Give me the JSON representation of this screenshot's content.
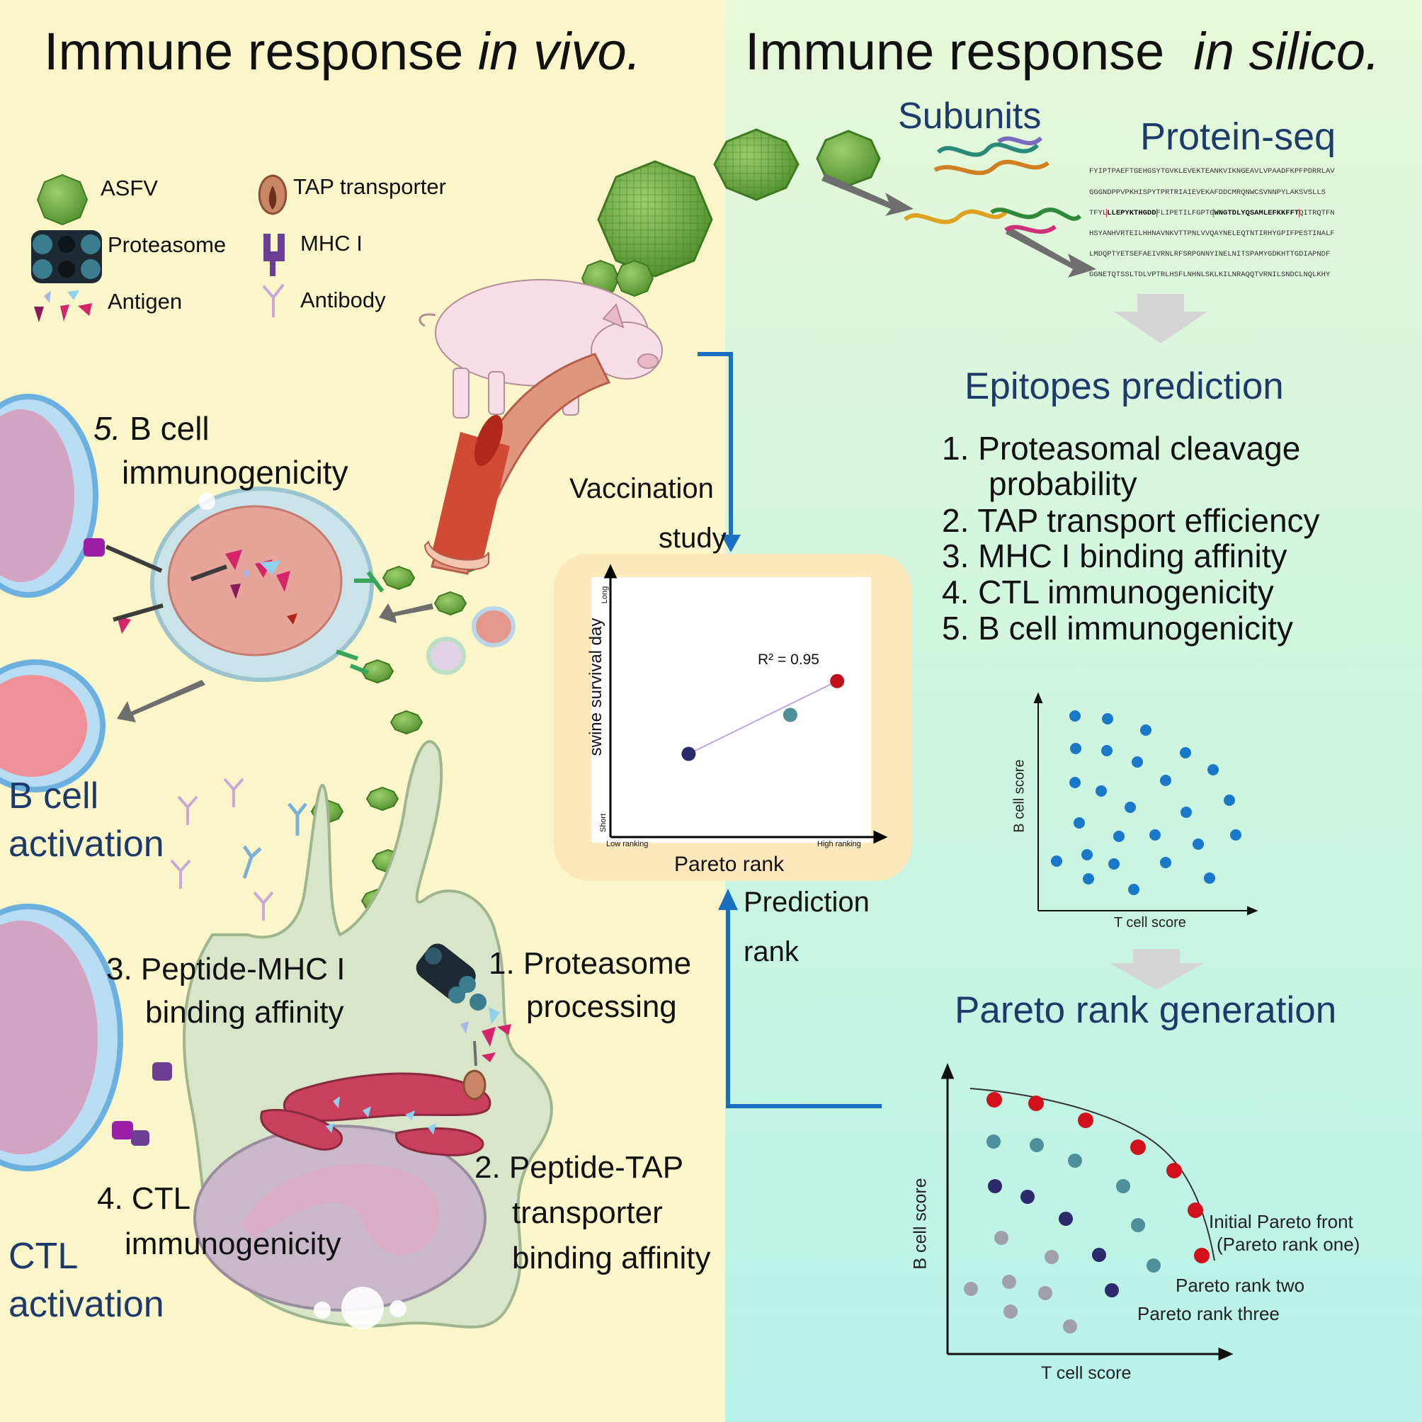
{
  "titles": {
    "left_prefix": "Immune response ",
    "left_italic": "in vivo.",
    "right_prefix": "Immune response  ",
    "right_italic": "in  silico."
  },
  "legend": {
    "asfv": "ASFV",
    "proteasome": "Proteasome",
    "antigen": "Antigen",
    "tap": "TAP transporter",
    "mhc": "MHC I",
    "antibody": "Antibody"
  },
  "in_vivo": {
    "b_cell_step_num": "5.",
    "b_cell_step_line1": "B cell",
    "b_cell_step_line2": "immunogenicity",
    "b_activation_line1": "B cell",
    "b_activation_line2": "activation",
    "ctl_activation_line1": "CTL",
    "ctl_activation_line2": "activation",
    "step3_line1": "3. Peptide-MHC I",
    "step3_line2": "binding affinity",
    "step4_line1": "4. CTL",
    "step4_line2": "immunogenicity",
    "step1_line1": "1. Proteasome",
    "step1_line2": "processing",
    "step2_line1": "2. Peptide-TAP",
    "step2_line2": "transporter",
    "step2_line3": "binding affinity"
  },
  "flow": {
    "vaccination_line1": "Vaccination",
    "vaccination_line2": "study",
    "prediction_line1": "Prediction",
    "prediction_line2": "rank"
  },
  "in_silico": {
    "subunits": "Subunits",
    "protein_seq": "Protein-seq",
    "sequence_lines": [
      "FYIPTPAEFTGEHGSYTGVKLEVEKTEANKVIKNGEAVLVPAADFKPFPDRRLAV",
      "GGGNDPPVPKHISPYTPRTRIAIEVEKAFDDCMRQNWCSVNNPYLAKSVSLLS",
      "TFYLLEPYKTHGDDFLIPETILFGPTGWNGTDLYQSAMLEFKKFFTQITRQTFN",
      "HSYANHVRTEILHHNAVNKVTTPNLVVQAYNELEQTNTIRHYGPIFPESTINALF",
      "LMDQPTYETSEFAEIVRNLRFSRPGNNYINELNITSPAMYGDKHTTGDIAPNDF",
      "GGNETQTSSLTDLVPTRLHSFLNHNLSKLKILNRAQQTVRNILSNDCLNQLKHY"
    ],
    "seq_highlight_1": "LLEPYKTHGDD",
    "seq_highlight_2": "WNGTDLYQSAMLEFKKFFT",
    "epitopes_title": "Epitopes prediction",
    "epitope_steps": [
      "1. Proteasomal cleavage",
      "probability",
      "2. TAP transport efficiency",
      "3. MHC I binding affinity",
      "4. CTL immunogenicity",
      "5. B cell immunogenicity"
    ],
    "pareto_title": "Pareto rank generation",
    "initial_front_line1": "Initial Pareto front",
    "initial_front_line2": "(Pareto rank one)",
    "rank_two": "Pareto rank two",
    "rank_three": "Pareto rank three"
  },
  "scatter_plot": {
    "xlabel": "T cell score",
    "ylabel": "B cell score"
  },
  "pareto_plot": {
    "xlabel": "T cell score",
    "ylabel": "B cell score"
  },
  "chart_data": {
    "type": "scatter",
    "title": "",
    "xlabel": "Pareto rank",
    "ylabel": "swine survival day",
    "x_tick_labels": [
      "Low ranking",
      "High ranking"
    ],
    "y_tick_labels": [
      "Short",
      "Long"
    ],
    "annotation": "R² = 0.95",
    "points": [
      {
        "x": 0.3,
        "y": 0.32,
        "color": "#2d2a6b"
      },
      {
        "x": 0.69,
        "y": 0.47,
        "color": "#4d8f9b"
      },
      {
        "x": 0.87,
        "y": 0.6,
        "color": "#c0101a"
      }
    ],
    "fit_line": {
      "x": [
        0.3,
        0.87
      ],
      "y": [
        0.32,
        0.6
      ],
      "color": "#c9a3d9"
    },
    "xlim": [
      0,
      1
    ],
    "ylim": [
      0,
      1
    ],
    "grid": false
  },
  "colors": {
    "left_bg": "#fbf6c9",
    "right_bg_top": "#e6f8d8",
    "right_bg_bottom": "#b8f2e8",
    "virus": "#6aaa3a",
    "arrow_blue": "#1a6fc0",
    "title_navy": "#1e3a6b",
    "dot_blue": "#1a78c8",
    "rank_one": "#d2101c",
    "rank_two": "#4d8f9b",
    "rank_three": "#2d2a6b",
    "rank_other": "#a0a0a8"
  }
}
